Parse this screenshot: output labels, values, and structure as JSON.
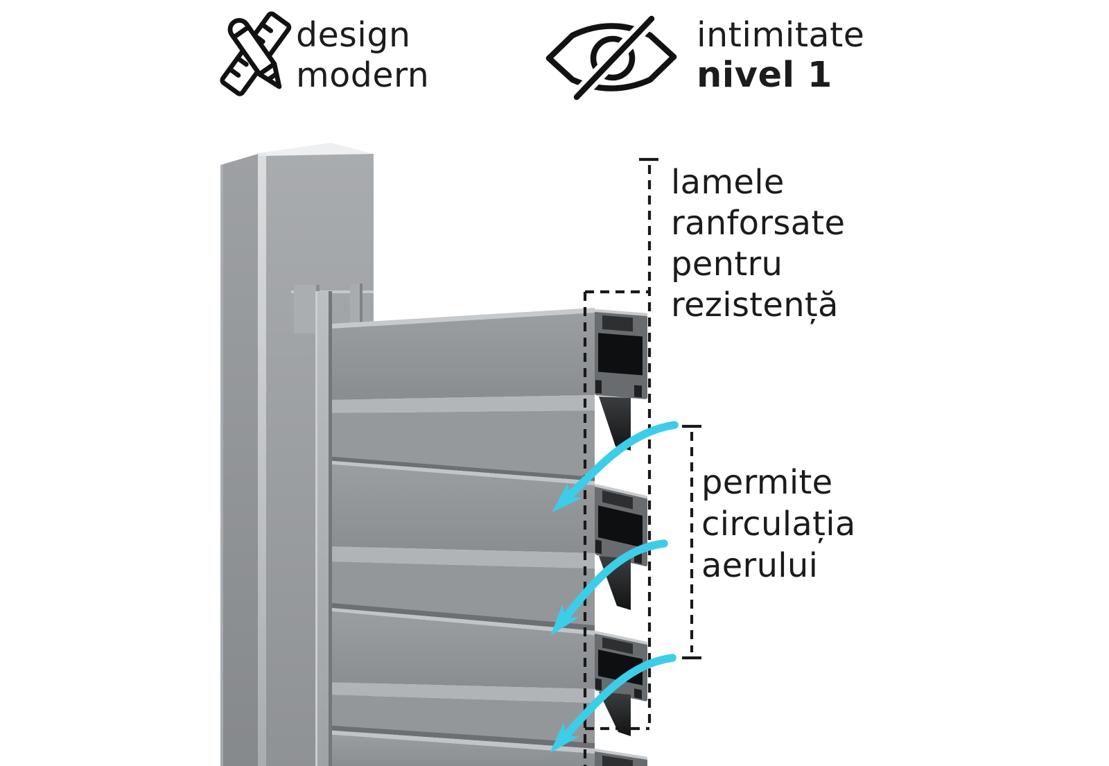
{
  "features": [
    {
      "id": "design",
      "icon": "ruler-pencil-icon",
      "lines": [
        "design",
        "modern"
      ]
    },
    {
      "id": "privacy",
      "icon": "eye-slash-icon",
      "lines": [
        "intimitate",
        "nivel 1"
      ]
    }
  ],
  "callouts": {
    "slats": {
      "lines": [
        "lamele",
        "ranforsate",
        "pentru",
        "rezistență"
      ]
    },
    "airflow": {
      "lines": [
        "permite",
        "circulația",
        "aerului"
      ]
    }
  },
  "diagram": {
    "subject": "aluminum louver fence panel with post, reinforced slat cross-sections and airflow arrows",
    "arrow_count": 3,
    "slat_count": 4
  },
  "colors": {
    "accent_cyan": "#3CCDE9",
    "text": "#1C1C1C",
    "annotation_line": "#191919",
    "metal_light": "#C7CACC",
    "metal_mid": "#909396",
    "metal_dark": "#696C6F",
    "chamber_dark": "#0E0F11",
    "background": "#FFFFFF"
  }
}
